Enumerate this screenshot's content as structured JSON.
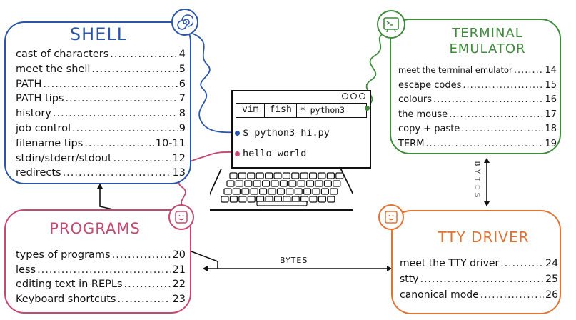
{
  "colors": {
    "shell": "#2b55a7",
    "terminal": "#3f8a3d",
    "programs": "#c4486f",
    "tty": "#dd7435",
    "ink": "#111111"
  },
  "shell": {
    "title": "SHELL",
    "icon": "spiral-shell-icon",
    "items": [
      {
        "label": "cast of characters",
        "page": "4"
      },
      {
        "label": "meet the shell",
        "page": "5"
      },
      {
        "label": "PATH",
        "page": "6"
      },
      {
        "label": "PATH tips",
        "page": "7"
      },
      {
        "label": "history",
        "page": "8"
      },
      {
        "label": "job control",
        "page": "9"
      },
      {
        "label": "filename tips",
        "page": "10-11"
      },
      {
        "label": "stdin/stderr/stdout",
        "page": "12"
      },
      {
        "label": "redirects",
        "page": "13"
      }
    ]
  },
  "terminal": {
    "title_line1": "TERMINAL",
    "title_line2": "EMULATOR",
    "icon": "terminal-window-icon",
    "items": [
      {
        "label": "meet the terminal emulator",
        "page": "14"
      },
      {
        "label": "escape codes",
        "page": "15"
      },
      {
        "label": "colours",
        "page": "16"
      },
      {
        "label": "the mouse",
        "page": "17"
      },
      {
        "label": "copy + paste",
        "page": "18"
      },
      {
        "label": "TERM",
        "page": "19"
      }
    ]
  },
  "programs": {
    "title": "PROGRAMS",
    "icon": "smiley-program-icon",
    "items": [
      {
        "label": "types of programs",
        "page": "20"
      },
      {
        "label": "less",
        "page": "21"
      },
      {
        "label": "editing text in REPLs",
        "page": "22"
      },
      {
        "label": "Keyboard shortcuts",
        "page": "23"
      }
    ]
  },
  "tty": {
    "title": "TTY DRIVER",
    "icon": "smiley-square-icon",
    "items": [
      {
        "label": "meet the TTY driver",
        "page": "24"
      },
      {
        "label": "stty",
        "page": "25"
      },
      {
        "label": "canonical mode",
        "page": "26"
      }
    ]
  },
  "laptop": {
    "tabs": [
      "vim",
      "fish",
      "* python3"
    ],
    "command": "$ python3 hi.py",
    "output": "hello world"
  },
  "arrows": {
    "bytes_horizontal": "BYTES",
    "bytes_vertical": "BYTES"
  }
}
